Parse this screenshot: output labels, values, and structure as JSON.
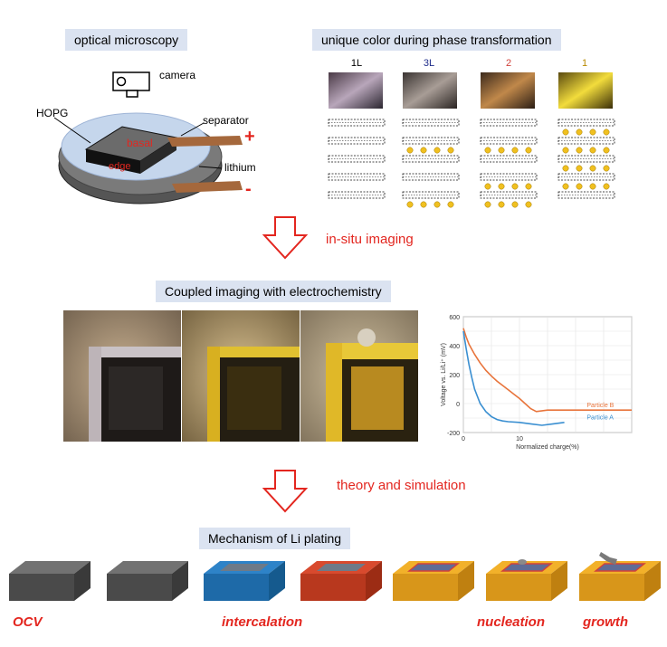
{
  "sections": {
    "optical": "optical microscopy",
    "unique_color": "unique color during phase transformation",
    "coupled": "Coupled imaging with electrochemistry",
    "mechanism": "Mechanism of Li plating"
  },
  "arrows": {
    "first": "in-situ imaging",
    "second": "theory and simulation"
  },
  "setup_labels": {
    "camera": "camera",
    "hopg": "HOPG",
    "separator": "separator",
    "basal": "basal",
    "edge": "edge",
    "lithium": "lithium",
    "plus": "+",
    "minus": "-"
  },
  "phases": [
    {
      "label": "1L",
      "color": "#000000"
    },
    {
      "label": "3L",
      "color": "#1f2d8a"
    },
    {
      "label": "2",
      "color": "#d0413a"
    },
    {
      "label": "1",
      "color": "#b88a00"
    }
  ],
  "stages": {
    "ocv": "OCV",
    "intercalation": "intercalation",
    "nucleation": "nucleation",
    "growth": "growth"
  },
  "chart_data": {
    "type": "line",
    "xlabel": "Normalized charge(%)",
    "ylabel": "Voltage vs. Li/Li⁺ (mV)",
    "xlim": [
      0,
      30
    ],
    "ylim": [
      -200,
      600
    ],
    "xticks": [
      0,
      10
    ],
    "yticks": [
      -200,
      0,
      200,
      400,
      600
    ],
    "grid": true,
    "series": [
      {
        "name": "Particle B",
        "color": "#e8743b",
        "x": [
          0,
          0.5,
          1,
          2,
          3,
          4,
          5,
          6,
          7,
          8,
          9,
          10,
          11,
          12,
          13,
          15,
          20,
          25,
          30
        ],
        "y": [
          520,
          460,
          410,
          340,
          280,
          230,
          190,
          155,
          125,
          95,
          65,
          35,
          0,
          -35,
          -55,
          -45,
          -45,
          -45,
          -45
        ]
      },
      {
        "name": "Particle A",
        "color": "#3a8fd1",
        "x": [
          0,
          0.5,
          1,
          1.5,
          2,
          3,
          4,
          5,
          6,
          7,
          8,
          10,
          12,
          14,
          16,
          18
        ],
        "y": [
          500,
          380,
          270,
          180,
          100,
          0,
          -55,
          -90,
          -110,
          -120,
          -125,
          -130,
          -140,
          -150,
          -140,
          -130
        ]
      }
    ]
  }
}
